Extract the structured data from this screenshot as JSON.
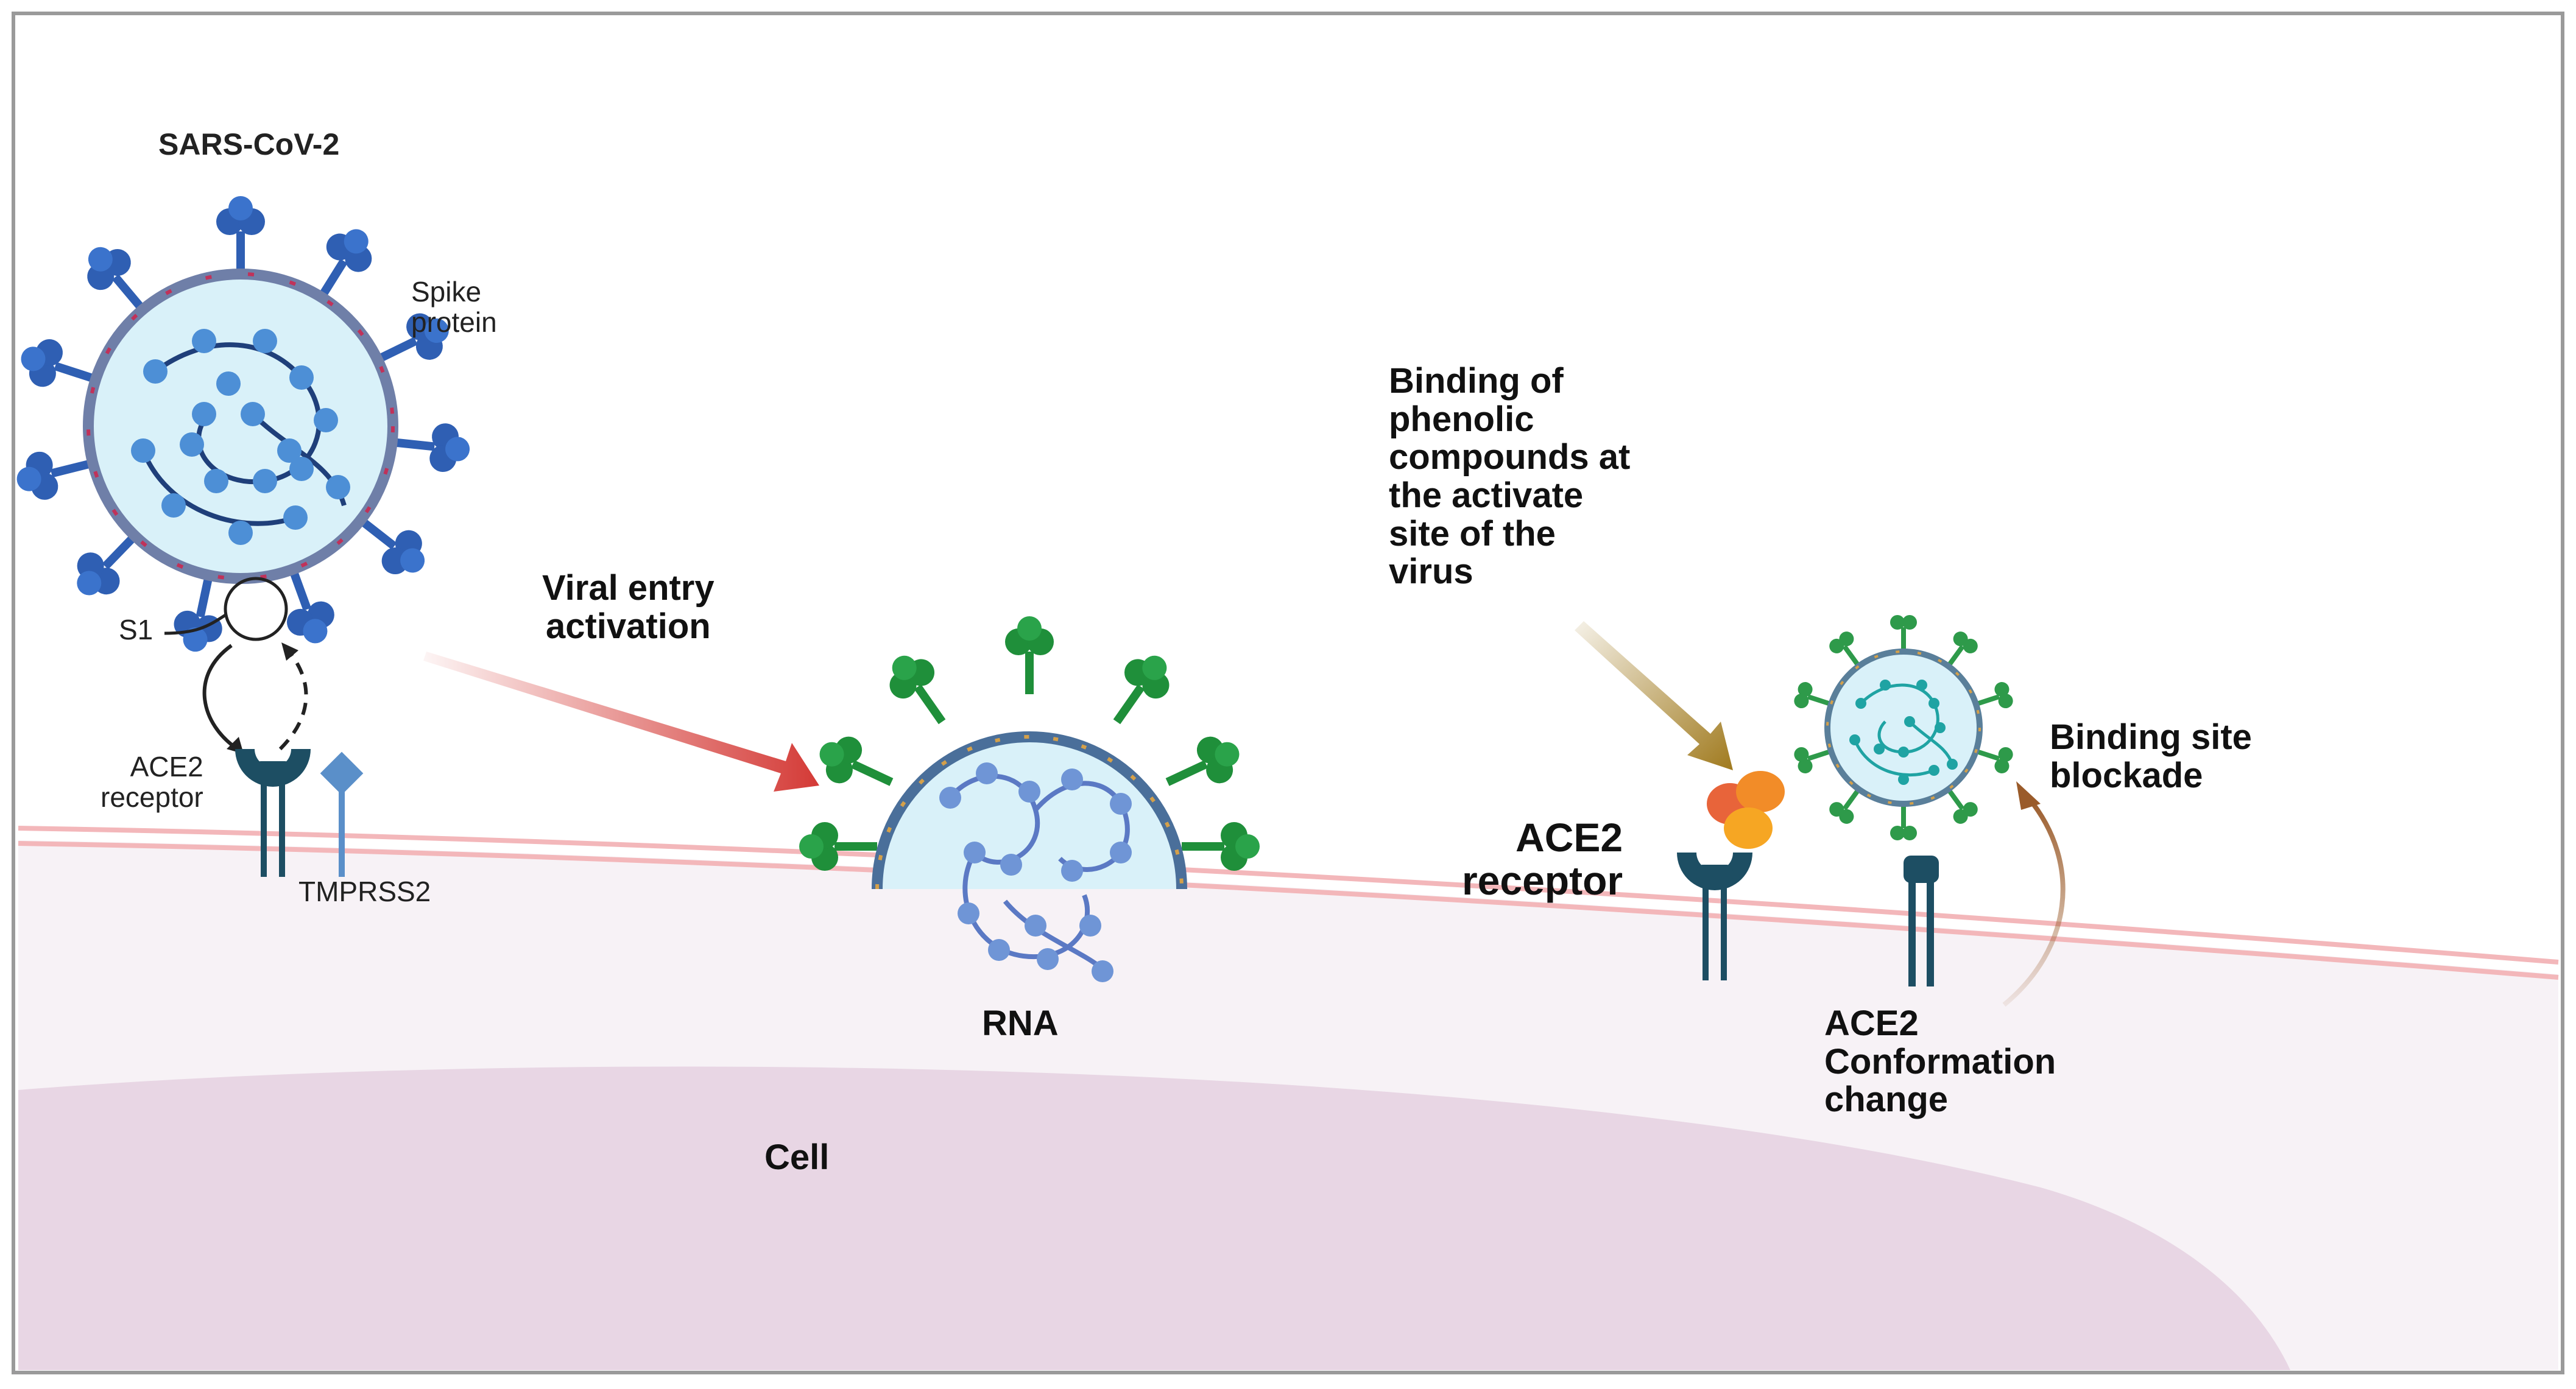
{
  "labels": {
    "virus_title": "SARS-CoV-2",
    "spike": "Spike\nprotein",
    "s1": "S1",
    "ace2_left": "ACE2\nreceptor",
    "tmprss2": "TMPRSS2",
    "viral_entry": "Viral entry\nactivation",
    "rna": "RNA",
    "binding_phenolic": "Binding of\nphenolic\ncompounds at\nthe activate\nsite of the\nvirus",
    "ace2_right": "ACE2\nreceptor",
    "blockade": "Binding site\nblockade",
    "conformation": "ACE2\nConformation\nchange",
    "cell": "Cell"
  },
  "colors": {
    "virus_spike": "#2f5fb3",
    "virus_membrane": "#6f7fa8",
    "virus_interior": "#d9f1f9",
    "entering_spike": "#1f8f3a",
    "small_virus_spike": "#2e9a4a",
    "small_virus_rna": "#1fa3a3",
    "rna": "#5b79c4",
    "receptor": "#1d4e63",
    "tmprss2": "#5a8fc9",
    "phenolic_orange": "#f28c28",
    "phenolic_red": "#e8643a",
    "membrane_line": "#f3b7ba",
    "cell_body": "#f7f2f6",
    "nucleus": "#e8d6e4",
    "entry_arrow": "#d43a36",
    "phenolic_arrow": "#a07a1e",
    "blockade_arrow": "#9a5b2a"
  }
}
